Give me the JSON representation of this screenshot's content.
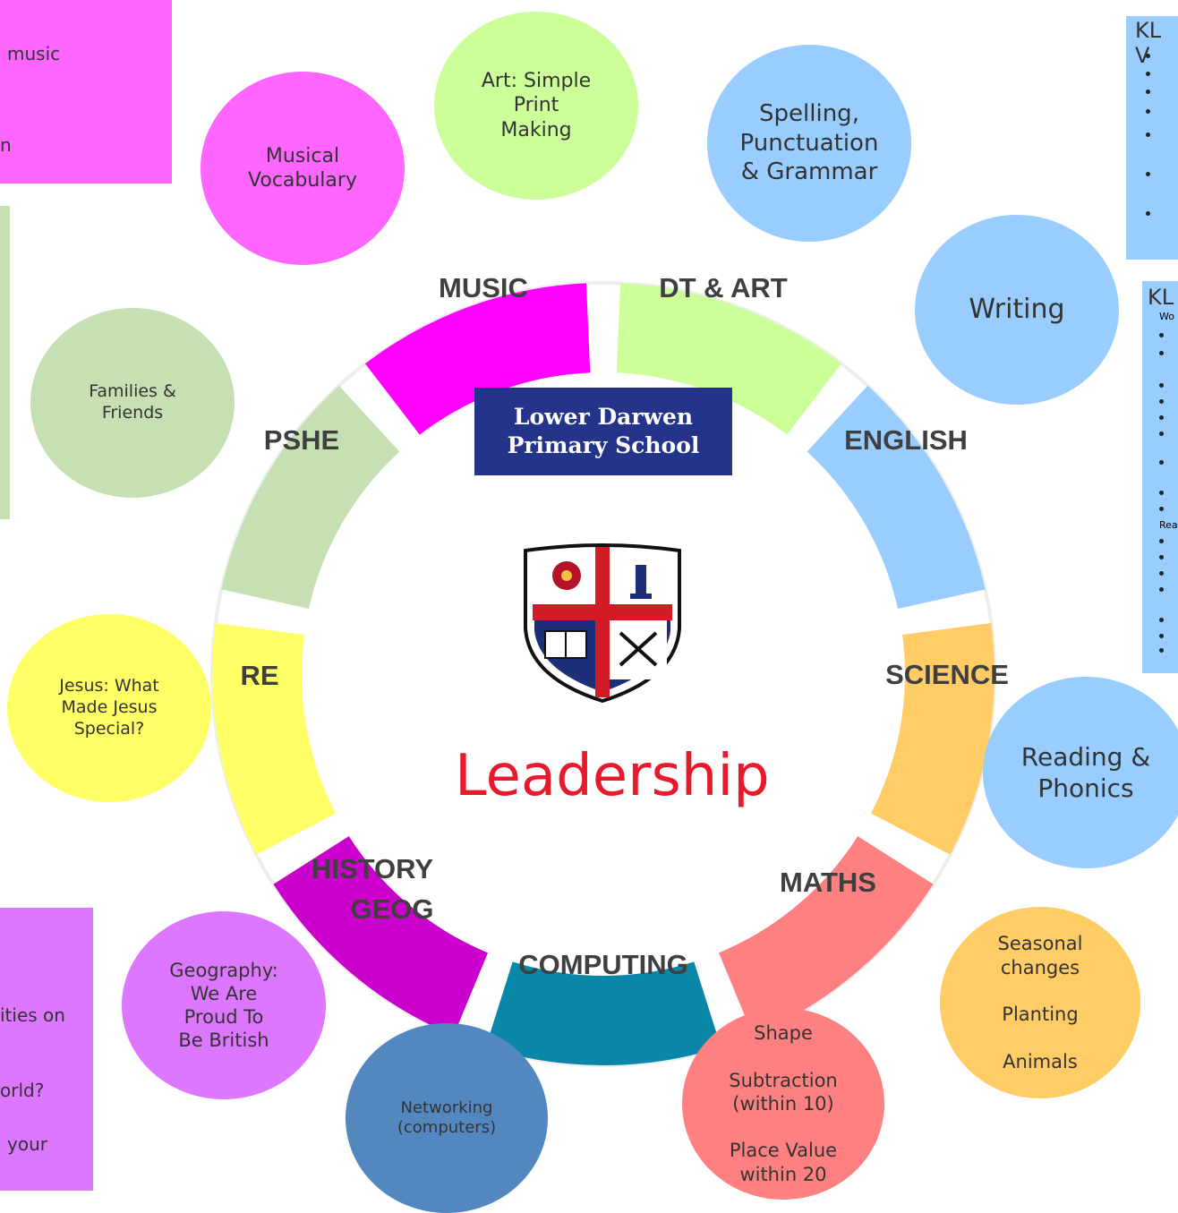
{
  "school": {
    "line1": "Lower Darwen",
    "line2": "Primary School"
  },
  "center_title": "Leadership",
  "segments": [
    {
      "label": "MUSIC",
      "color": "#ff00ff"
    },
    {
      "label": "DT & ART",
      "color": "#ccff99"
    },
    {
      "label": "ENGLISH",
      "color": "#99ccff"
    },
    {
      "label": "SCIENCE",
      "color": "#ffcc66"
    },
    {
      "label": "MATHS",
      "color": "#ff8080"
    },
    {
      "label": "COMPUTING",
      "color": "#0a86a8"
    },
    {
      "label": "HISTORY",
      "label2": "GEOG",
      "color": "#cc00cc"
    },
    {
      "label": "RE",
      "color": "#ffff66"
    },
    {
      "label": "PSHE",
      "color": "#c6e0b4"
    }
  ],
  "bubbles": {
    "musical_vocab": "Musical\nVocabulary",
    "art": "Art: Simple\nPrint\nMaking",
    "spag": "Spelling,\nPunctuation\n& Grammar",
    "writing": "Writing",
    "reading": "Reading &\nPhonics",
    "science_topics": "Seasonal\nchanges\n\nPlanting\n\nAnimals",
    "maths_topics": "Shape\n\nSubtraction\n(within 10)\n\nPlace Value\nwithin 20",
    "networking": "Networking\n(computers)",
    "geography": "Geography:\nWe Are\nProud To\nBe British",
    "re_topic": "Jesus: What\nMade Jesus\nSpecial?",
    "pshe_topic": "Families &\nFriends"
  },
  "left_panels": {
    "music_frag1": "music",
    "music_frag2": "n",
    "geog_frag1": "ities on",
    "geog_frag2": "orld?",
    "geog_frag3": "your"
  },
  "right_panels": {
    "kl1_title": "KL V",
    "kl2_title": "KL",
    "kl2_head1": "Wo",
    "kl2_head2": "Rea"
  },
  "colors": {
    "pink_panel": "#ff66ff",
    "green_panel": "#c6e0b4",
    "purple_panel": "#dd77ff",
    "blue_panel": "#99ccff",
    "school_navy": "#24348a",
    "leadership_red": "#e8192c"
  }
}
